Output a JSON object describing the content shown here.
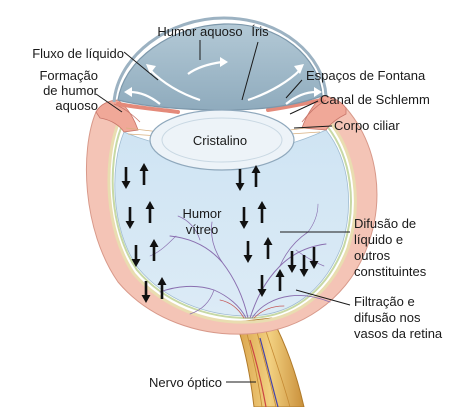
{
  "labels": {
    "humor_aquoso": "Humor aquoso",
    "iris": "Íris",
    "fluxo_de_liquido": "Fluxo de líquido",
    "formacao_line1": "Formação",
    "formacao_line2": "de humor",
    "formacao_line3": "aquoso",
    "espacos_de_fontana": "Espaços de Fontana",
    "canal_de_schlemm": "Canal de Schlemm",
    "corpo_ciliar": "Corpo ciliar",
    "cristalino": "Cristalino",
    "humor_vitreo_line1": "Humor",
    "humor_vitreo_line2": "vítreo",
    "difusao_line1": "Difusão de",
    "difusao_line2": "líquido e",
    "difusao_line3": "outros",
    "difusao_line4": "constituintes",
    "filtracao_line1": "Filtração e",
    "filtracao_line2": "difusão nos",
    "filtracao_line3": "vasos da retina",
    "nervo_optico": "Nervo óptico"
  },
  "colors": {
    "aqueous": "#9fb9c8",
    "vitreous": "#d6e8f5",
    "lens": "#eaf1f7",
    "sclera": "#f2bdb0",
    "ciliary": "#f0a898",
    "nerve": "#e8c070",
    "arrows": "#111111",
    "vessel_artery": "#c54040",
    "vessel_vein": "#3c5aa8"
  }
}
